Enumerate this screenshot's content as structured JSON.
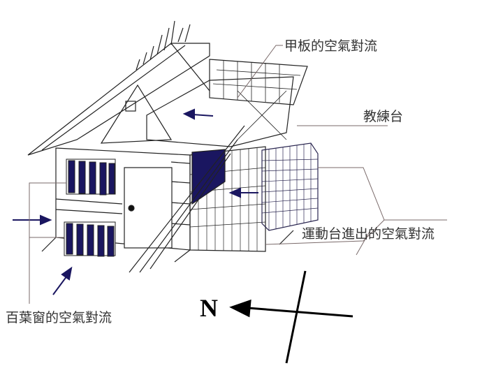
{
  "labels": {
    "deck_airflow": "甲板的空氣對流",
    "training_platform": "教練台",
    "exercise_platform_airflow": "運動台進出的空氣對流",
    "louver_airflow": "百葉窗的空氣對流"
  },
  "compass": {
    "north": "N"
  },
  "colors": {
    "line": "#222222",
    "accent": "#1a1660",
    "label_line": "#7a6a6a"
  }
}
